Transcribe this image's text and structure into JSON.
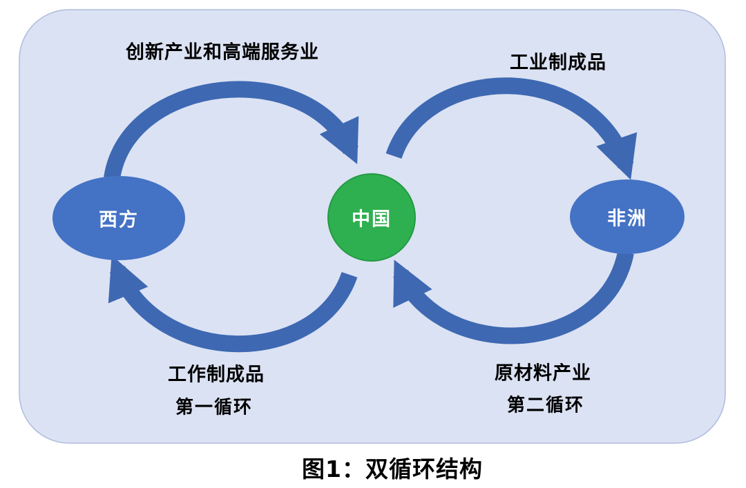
{
  "figure": {
    "caption": "图1：双循环结构"
  },
  "diagram": {
    "nodes": {
      "west": {
        "label": "西方"
      },
      "china": {
        "label": "中国"
      },
      "africa": {
        "label": "非洲"
      }
    },
    "labels": {
      "left_top": "创新产业和高端服务业",
      "right_top": "工业制成品",
      "left_bottom": "工作制成品",
      "left_cycle": "第一循环",
      "right_bottom": "原材料产业",
      "right_cycle": "第二循环"
    },
    "colors": {
      "panel_bg": "#dbe2f3",
      "panel_border": "#aebbdd",
      "node_blue": "#4472c4",
      "node_green": "#2fb050",
      "green_border": "#239a43",
      "arrow_blue": "#3e68b2"
    }
  }
}
